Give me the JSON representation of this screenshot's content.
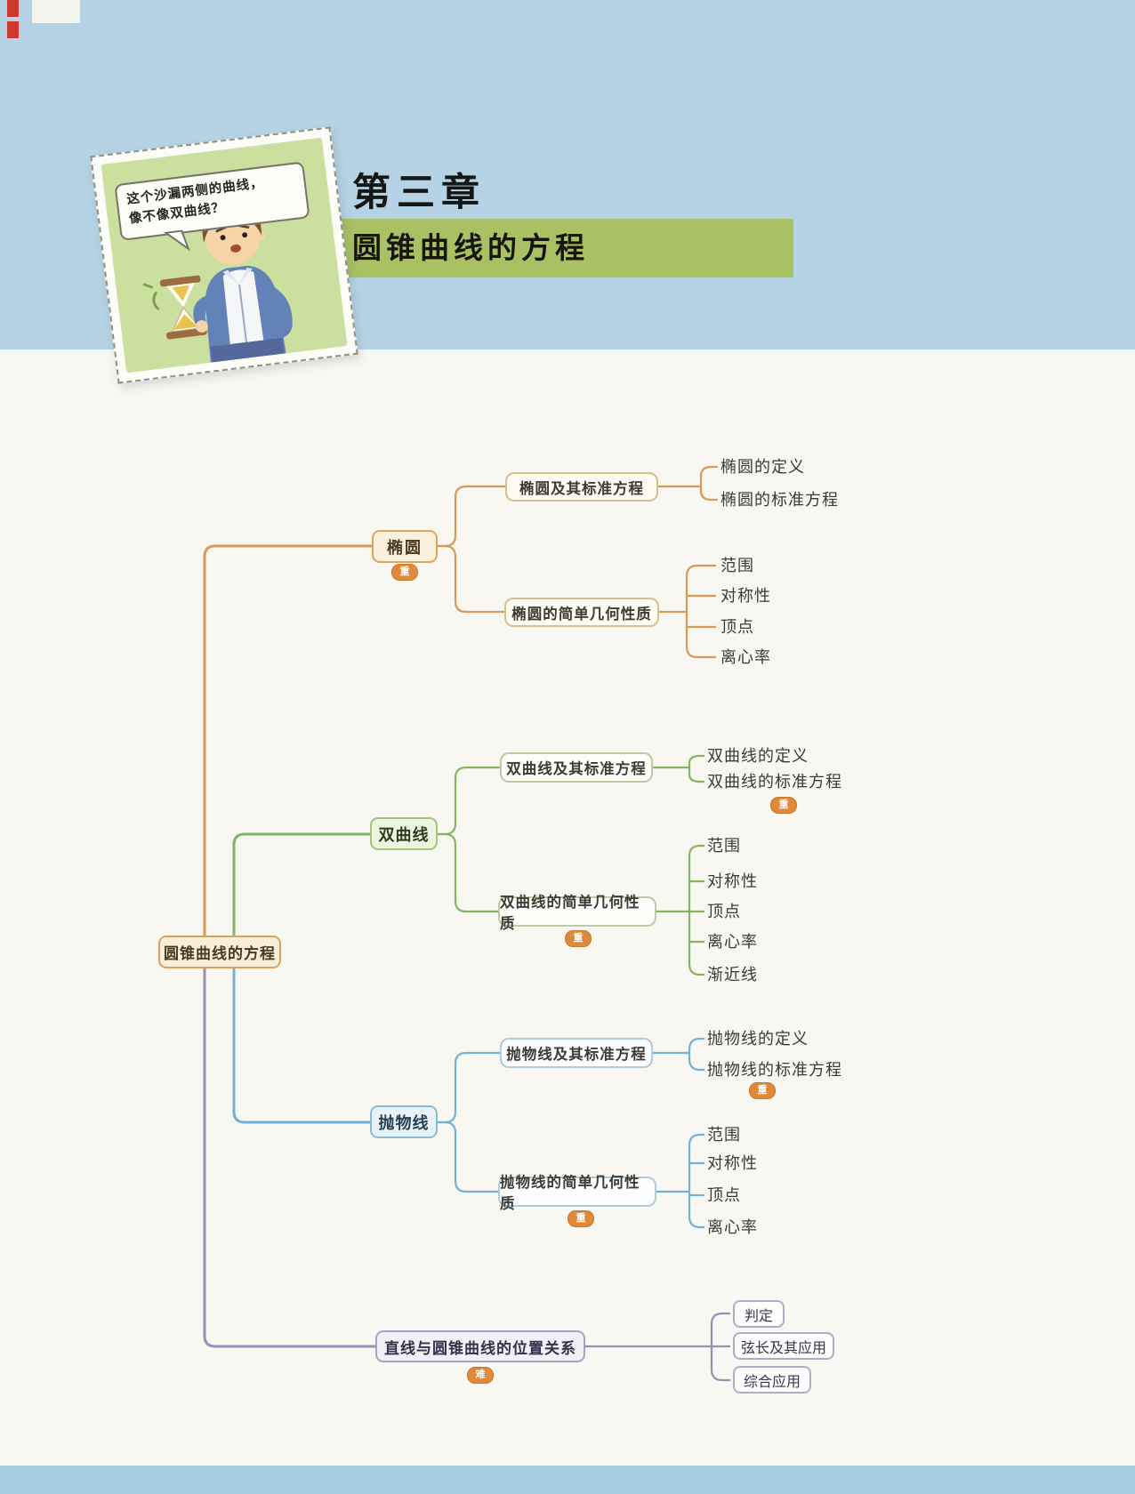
{
  "header": {
    "chapter_label": "第三章",
    "chapter_title": "圆锥曲线的方程"
  },
  "sticker": {
    "speech_line1": "这个沙漏两侧的曲线，",
    "speech_line2": "像不像双曲线？"
  },
  "colors": {
    "banner_green": "#a8c163",
    "top_band_blue": "#b5d3e4",
    "branch_ellipse": "#d89a58",
    "branch_hyperbola": "#86b463",
    "branch_parabola": "#73b2d2",
    "branch_line_conic": "#998fb0",
    "badge_orange": "#e0893a"
  },
  "map": {
    "root": {
      "label": "圆锥曲线的方程"
    },
    "branches": [
      {
        "label": "椭圆",
        "badge": "重",
        "children": [
          {
            "label": "椭圆及其标准方程",
            "leaves": [
              {
                "label": "椭圆的定义"
              },
              {
                "label": "椭圆的标准方程"
              }
            ]
          },
          {
            "label": "椭圆的简单几何性质",
            "leaves": [
              {
                "label": "范围"
              },
              {
                "label": "对称性"
              },
              {
                "label": "顶点"
              },
              {
                "label": "离心率"
              }
            ]
          }
        ]
      },
      {
        "label": "双曲线",
        "children": [
          {
            "label": "双曲线及其标准方程",
            "leaves": [
              {
                "label": "双曲线的定义"
              },
              {
                "label": "双曲线的标准方程",
                "badge": "重"
              }
            ]
          },
          {
            "label": "双曲线的简单几何性质",
            "badge": "重",
            "leaves": [
              {
                "label": "范围"
              },
              {
                "label": "对称性"
              },
              {
                "label": "顶点"
              },
              {
                "label": "离心率"
              },
              {
                "label": "渐近线"
              }
            ]
          }
        ]
      },
      {
        "label": "抛物线",
        "children": [
          {
            "label": "抛物线及其标准方程",
            "leaves": [
              {
                "label": "抛物线的定义"
              },
              {
                "label": "抛物线的标准方程",
                "badge": "重"
              }
            ]
          },
          {
            "label": "抛物线的简单几何性质",
            "badge": "重",
            "leaves": [
              {
                "label": "范围"
              },
              {
                "label": "对称性"
              },
              {
                "label": "顶点"
              },
              {
                "label": "离心率"
              }
            ]
          }
        ]
      },
      {
        "label": "直线与圆锥曲线的位置关系",
        "badge": "难",
        "children": [
          {
            "label": "判定"
          },
          {
            "label": "弦长及其应用"
          },
          {
            "label": "综合应用"
          }
        ]
      }
    ]
  }
}
